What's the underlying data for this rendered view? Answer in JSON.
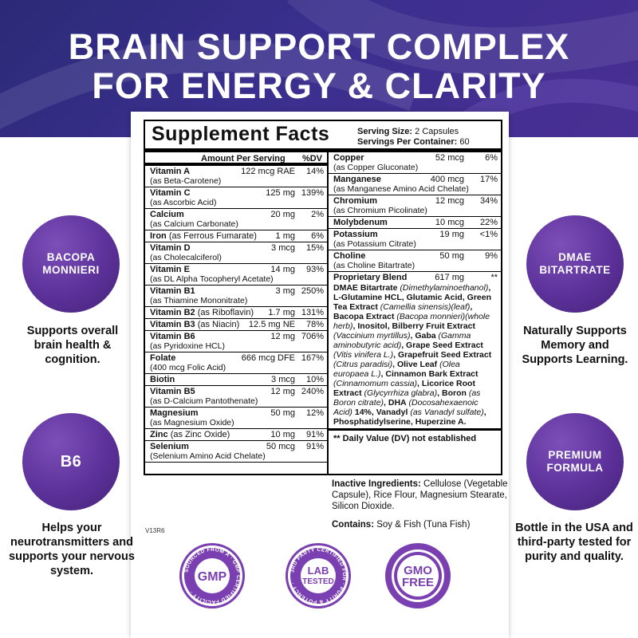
{
  "headline": {
    "line1": "BRAIN SUPPORT COMPLEX",
    "line2": "FOR ENERGY & CLARITY"
  },
  "facts": {
    "title": "Supplement Facts",
    "serving_size_label": "Serving Size:",
    "serving_size": "2 Capsules",
    "servings_label": "Servings Per Container:",
    "servings": "60",
    "amount_header": "Amount Per Serving",
    "dv_header": "%DV",
    "left_rows": [
      {
        "name": "Vitamin A",
        "sub": "(as Beta-Carotene)",
        "amount": "122 mcg RAE",
        "dv": "14%"
      },
      {
        "name": "Vitamin C",
        "sub": "(as Ascorbic Acid)",
        "amount": "125 mg",
        "dv": "139%"
      },
      {
        "name": "Calcium",
        "sub": "(as Calcium Carbonate)",
        "amount": "20 mg",
        "dv": "2%"
      },
      {
        "name": "Iron",
        "inline": "(as Ferrous Fumarate)",
        "amount": "1 mg",
        "dv": "6%"
      },
      {
        "name": "Vitamin D",
        "sub": "(as Cholecalciferol)",
        "amount": "3 mcg",
        "dv": "15%"
      },
      {
        "name": "Vitamin E",
        "sub": "(as DL Alpha Tocopheryl Acetate)",
        "amount": "14 mg",
        "dv": "93%"
      },
      {
        "name": "Vitamin B1",
        "sub": "(as Thiamine Mononitrate)",
        "amount": "3 mg",
        "dv": "250%"
      },
      {
        "name": "Vitamin B2",
        "inline": "(as Riboflavin)",
        "amount": "1.7 mg",
        "dv": "131%"
      },
      {
        "name": "Vitamin B3",
        "inline": "(as Niacin)",
        "amount": "12.5 mg NE",
        "dv": "78%"
      },
      {
        "name": "Vitamin B6",
        "sub": "(as Pyridoxine HCL)",
        "amount": "12 mg",
        "dv": "706%"
      },
      {
        "name": "Folate",
        "sub": "(400 mcg Folic Acid)",
        "amount": "666 mcg DFE",
        "dv": "167%"
      },
      {
        "name": "Biotin",
        "amount": "3 mcg",
        "dv": "10%"
      },
      {
        "name": "Vitamin B5",
        "sub": "(as D-Calcium Pantothenate)",
        "amount": "12 mg",
        "dv": "240%"
      },
      {
        "name": "Magnesium",
        "sub": "(as Magnesium Oxide)",
        "amount": "50 mg",
        "dv": "12%"
      },
      {
        "name": "Zinc",
        "inline": "(as Zinc Oxide)",
        "amount": "10 mg",
        "dv": "91%"
      },
      {
        "name": "Selenium",
        "sub": "(Selenium Amino Acid Chelate)",
        "amount": "50 mcg",
        "dv": "91%"
      }
    ],
    "right_rows": [
      {
        "name": "Copper",
        "sub": "(as Copper Gluconate)",
        "amount": "52 mcg",
        "dv": "6%"
      },
      {
        "name": "Manganese",
        "sub": "(as Manganese Amino Acid Chelate)",
        "amount": "400 mcg",
        "dv": "17%"
      },
      {
        "name": "Chromium",
        "sub": "(as Chromium Picolinate)",
        "amount": "12 mcg",
        "dv": "34%"
      },
      {
        "name": "Molybdenum",
        "amount": "10 mcg",
        "dv": "22%"
      },
      {
        "name": "Potassium",
        "sub": "(as Potassium Citrate)",
        "amount": "19 mg",
        "dv": "<1%"
      },
      {
        "name": "Choline",
        "sub": "(as Choline Bitartrate)",
        "amount": "50 mg",
        "dv": "9%"
      }
    ],
    "blend": {
      "name": "Proprietary Blend",
      "amount": "617 mg",
      "dv": "**",
      "items": [
        {
          "b": "DMAE Bitartrate",
          "i": "(Dimethylaminoethanol)",
          "sep": ","
        },
        {
          "b": "L-Glutamine HCL",
          "sep": ","
        },
        {
          "b": "Glutamic Acid",
          "sep": ","
        },
        {
          "b": "Green Tea Extract",
          "i": "(Camellia sinensis)(leaf)",
          "sep": ","
        },
        {
          "b": "Bacopa Extract",
          "i": "(Bacopa monnieri)(whole herb)",
          "sep": ","
        },
        {
          "b": "Inositol",
          "sep": ","
        },
        {
          "b": "Bilberry Fruit Extract",
          "i": "(Vaccinium myrtillus)",
          "sep": ","
        },
        {
          "b": "Gaba",
          "i": "(Gamma aminobutyric acid)",
          "sep": ","
        },
        {
          "b": "Grape Seed Extract",
          "i": "(Vitis vinifera L.)",
          "sep": ","
        },
        {
          "b": "Grapefruit Seed Extract",
          "i": "(Citrus paradisi)",
          "sep": ","
        },
        {
          "b": "Olive Leaf",
          "i": "(Olea europaea L.)",
          "sep": ","
        },
        {
          "b": "Cinnamon Bark Extract",
          "i": "(Cinnamomum cassia)",
          "sep": ","
        },
        {
          "b": "Licorice Root Extract",
          "i": "(Glycyrrhiza glabra)",
          "sep": ","
        },
        {
          "b": "Boron",
          "i": "(as Boron citrate)",
          "sep": ","
        },
        {
          "b": "DHA",
          "i": "(Docosahexaenoic Acid)",
          "sep": " 14%,"
        },
        {
          "b": "Vanadyl",
          "i": "(as Vanadyl sulfate)",
          "sep": ","
        },
        {
          "b": "Phosphatidylserine",
          "sep": ","
        },
        {
          "b": "Huperzine A",
          "sep": "."
        }
      ]
    },
    "dv_note": "** Daily Value (DV) not established"
  },
  "inactive": {
    "label": "Inactive Ingredients:",
    "text": "Cellulose (Vegetable Capsule), Rice Flour, Magnesium Stearate, Silicon Dioxide."
  },
  "contains": {
    "label": "Contains:",
    "text": "Soy & Fish (Tuna Fish)"
  },
  "code": "V13R6",
  "badges": {
    "gmp": {
      "ring": "SOURCED FROM A · GMP CERTIFIED FACILITY ·",
      "center": "GMP"
    },
    "lab": {
      "ring": "3RD PARTY CERTIFIED FOR · PURITY & POTENCY ·",
      "line1": "LAB",
      "line2": "TESTED"
    },
    "gmo": {
      "line1": "GMO",
      "line2": "FREE"
    }
  },
  "features": {
    "bacopa": {
      "title": "BACOPA MONNIERI",
      "text": "Supports overall brain health & cognition."
    },
    "b6": {
      "title": "B6",
      "text": "Helps your neurotransmitters and supports your nervous system."
    },
    "dmae": {
      "title": "DMAE BITARTRATE",
      "text": "Naturally Supports Memory and Supports Learning."
    },
    "premium": {
      "title": "PREMIUM FORMULA",
      "text": "Bottle in the USA and third-party tested for purity and quality."
    }
  },
  "colors": {
    "header": "#32307f",
    "purple": "#5c3199",
    "badge": "#7a3fb0"
  }
}
